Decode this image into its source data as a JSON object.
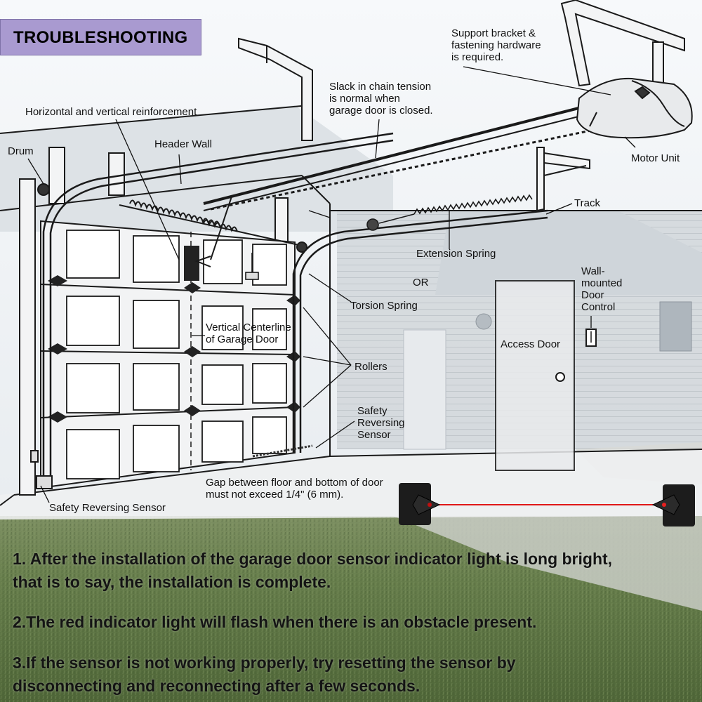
{
  "header": {
    "title": "TROUBLESHOOTING"
  },
  "labels": {
    "support_bracket": "Support bracket &\nfastening hardware\nis required.",
    "reinforcement": "Horizontal and vertical reinforcement",
    "slack": "Slack in chain tension\nis normal when\ngarage door is closed.",
    "drum": "Drum",
    "header_wall": "Header Wall",
    "motor_unit": "Motor Unit",
    "track": "Track",
    "extension_spring": "Extension Spring",
    "or": "OR",
    "torsion_spring": "Torsion Spring",
    "wall_control": "Wall-\nmounted\nDoor\nControl",
    "vertical_centerline": "Vertical Centerline\nof Garage Door",
    "access_door": "Access Door",
    "rollers": "Rollers",
    "safety_sensor_right": "Safety\nReversing\nSensor",
    "gap_note": "Gap between floor and bottom of door\nmust not exceed 1/4\" (6 mm).",
    "safety_sensor_left": "Safety Reversing Sensor"
  },
  "instructions": [
    "1. After the installation of the garage door sensor indicator light is long bright,\nthat is to say, the installation is complete.",
    "2.The red indicator light will flash when there is an obstacle present.",
    "3.If the sensor is not working properly, try resetting the sensor by\ndisconnecting and reconnecting after a few seconds."
  ],
  "colors": {
    "badge": "#a99ad0",
    "grass": "#5d7345",
    "beam": "#e01818",
    "sensor": "#1c1c1c"
  }
}
